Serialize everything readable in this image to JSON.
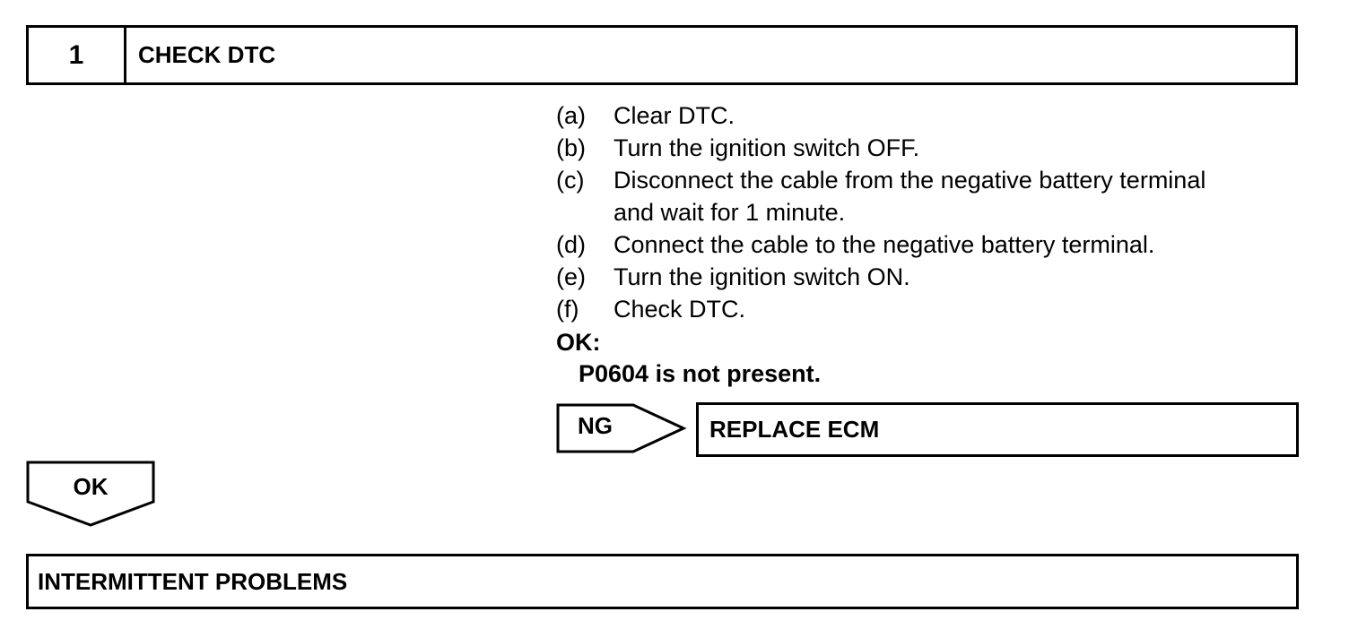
{
  "step": {
    "number": "1",
    "title": "CHECK DTC"
  },
  "instructions": [
    {
      "letter": "(a)",
      "text": "Clear DTC."
    },
    {
      "letter": "(b)",
      "text": "Turn the ignition switch OFF."
    },
    {
      "letter": "(c)",
      "text": "Disconnect the cable from the negative battery terminal",
      "text2": "and wait for 1 minute."
    },
    {
      "letter": "(d)",
      "text": "Connect the cable to the negative battery terminal."
    },
    {
      "letter": "(e)",
      "text": "Turn the ignition switch ON."
    },
    {
      "letter": "(f)",
      "text": "Check DTC."
    }
  ],
  "ok_criteria": {
    "label": "OK:",
    "value": "P0604 is not present."
  },
  "ng_branch": {
    "label": "NG",
    "action": "REPLACE ECM"
  },
  "ok_branch": {
    "label": "OK",
    "result": "INTERMITTENT PROBLEMS"
  }
}
